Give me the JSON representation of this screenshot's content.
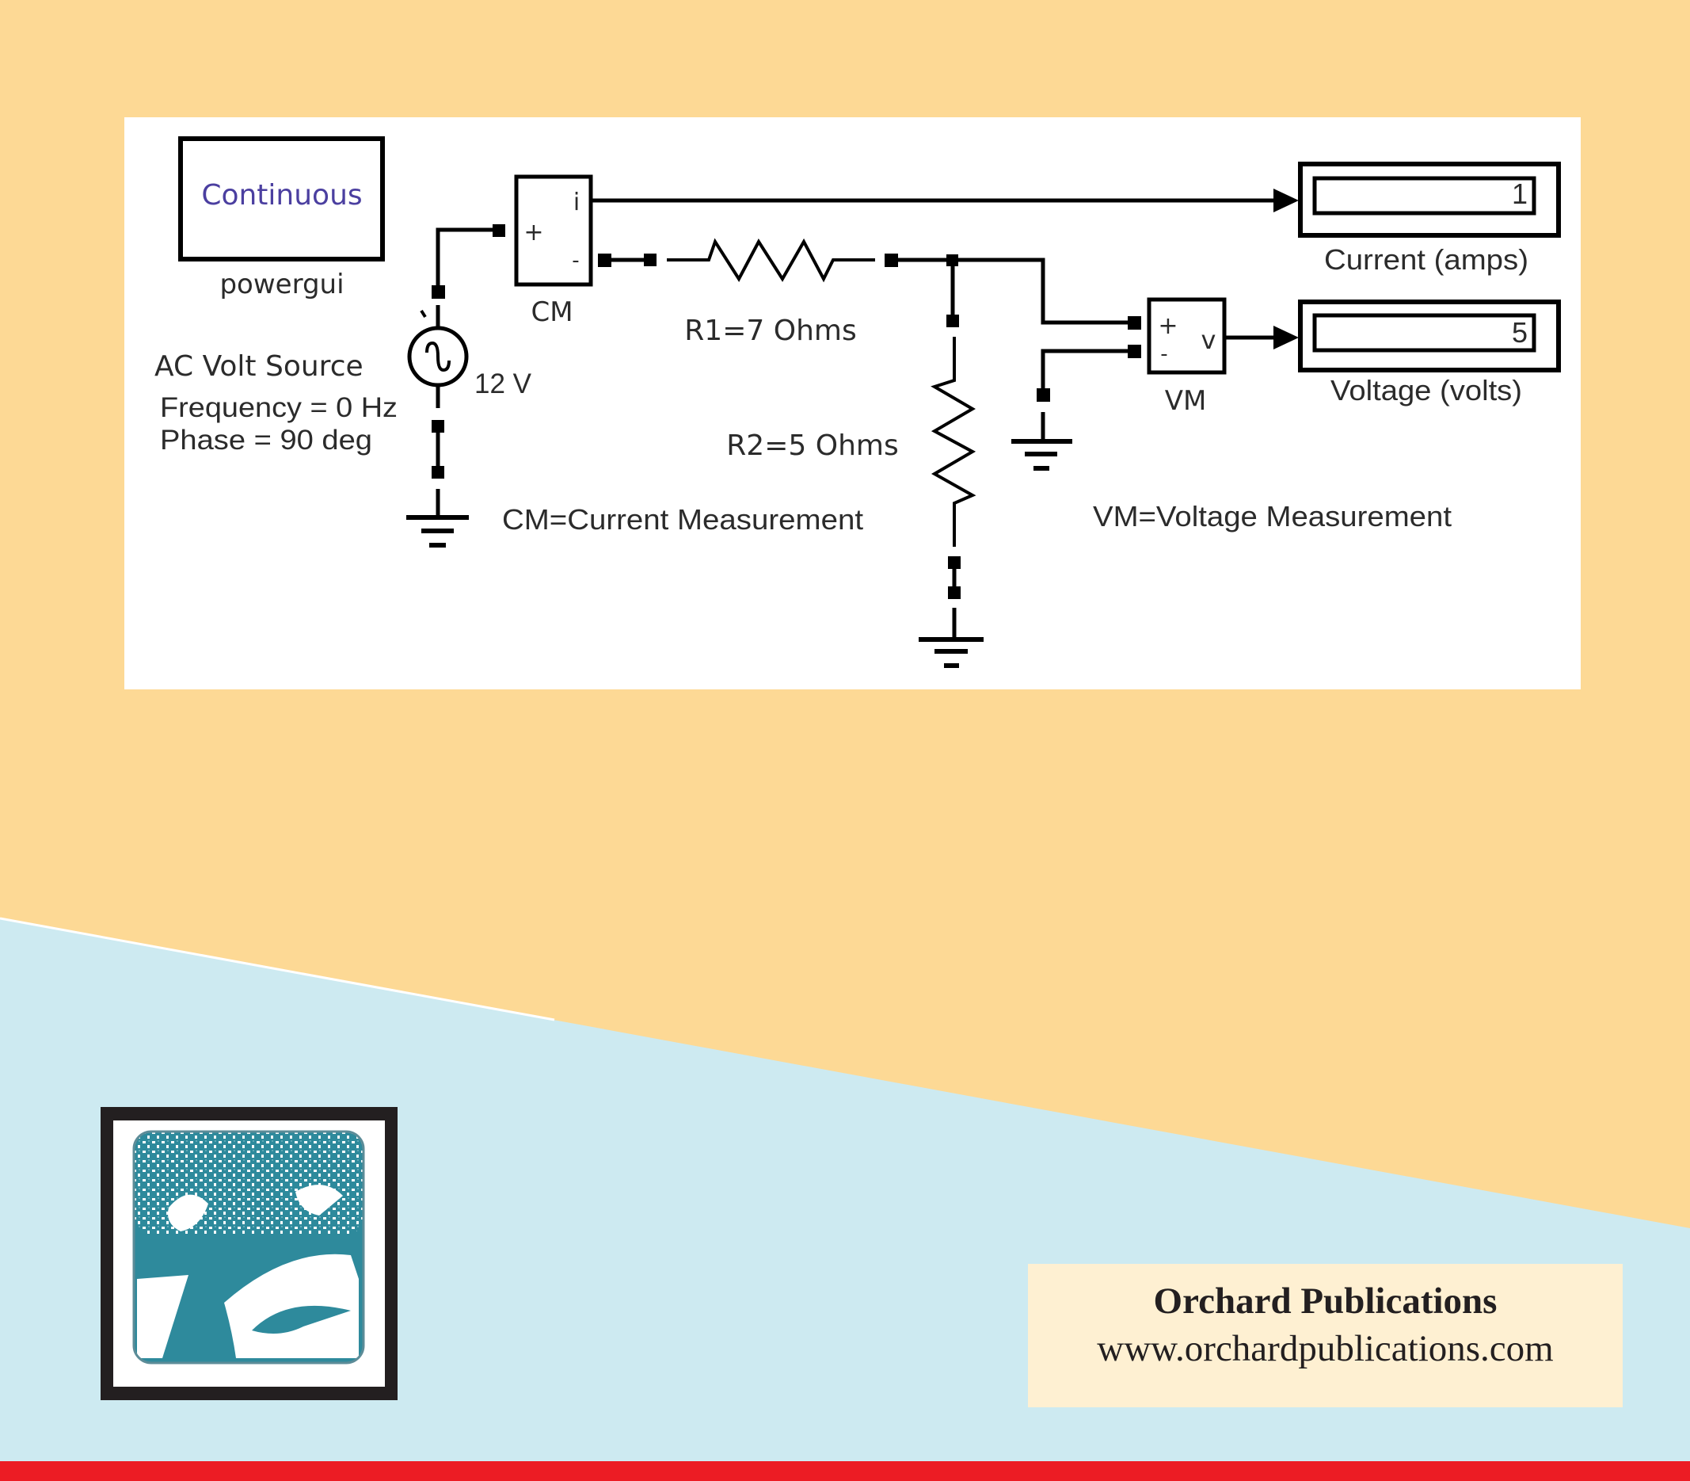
{
  "colors": {
    "top_background": "#FDD995",
    "bottom_background": "#CDEAF1",
    "diagram_panel": "#FFFFFF",
    "wire": "#000000",
    "label_text": "#2B2B2B",
    "powergui_text": "#4B3FA0",
    "logo_teal": "#2E8A9C",
    "logo_frame": "#231F20",
    "publisher_box": "#FEF0D2",
    "bottom_band": "#EC1C24"
  },
  "diagram": {
    "powergui": {
      "mode": "Continuous",
      "name": "powergui"
    },
    "source": {
      "name": "AC Volt Source",
      "amplitude": "12 V",
      "frequency": "Frequency = 0 Hz",
      "phase": "Phase = 90 deg"
    },
    "current_measurement": {
      "name": "CM",
      "plus": "+",
      "minus": "-",
      "output": "i"
    },
    "voltage_measurement": {
      "name": "VM",
      "plus": "+",
      "minus": "-",
      "output": "v"
    },
    "resistor1": {
      "label": "R1=7 Ohms"
    },
    "resistor2": {
      "label": "R2=5 Ohms"
    },
    "current_display": {
      "value": "1",
      "label": "Current (amps)"
    },
    "voltage_display": {
      "value": "5",
      "label": "Voltage (volts)"
    },
    "notes": {
      "cm": "CM=Current Measurement",
      "vm": "VM=Voltage Measurement"
    }
  },
  "publisher": {
    "name": "Orchard Publications",
    "url": "www.orchardpublications.com"
  },
  "logo": {
    "icon": "orchard-tree-icon"
  }
}
